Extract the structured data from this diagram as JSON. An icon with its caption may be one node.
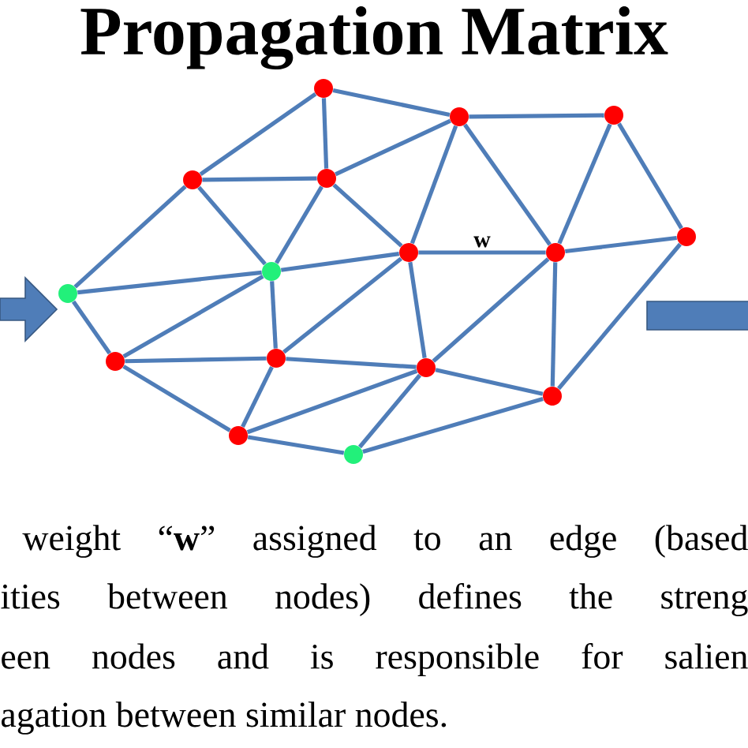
{
  "diagram": {
    "title": "Propagation Matrix",
    "nodes": [
      {
        "text": [],
        "shape": "circle"
      },
      {
        "text": [],
        "shape": "circle"
      },
      {
        "text": [],
        "shape": "circle"
      },
      {
        "text": [],
        "shape": "circle"
      },
      {
        "text": [],
        "shape": "circle"
      },
      {
        "text": [],
        "shape": "circle"
      },
      {
        "text": [],
        "shape": "circle"
      },
      {
        "text": [],
        "shape": "circle"
      },
      {
        "text": [],
        "shape": "circle"
      },
      {
        "text": [],
        "shape": "circle"
      },
      {
        "text": [],
        "shape": "circle"
      },
      {
        "text": [],
        "shape": "circle"
      },
      {
        "text": [],
        "shape": "circle"
      },
      {
        "text": [],
        "shape": "circle"
      },
      {
        "text": [],
        "shape": "circle"
      },
      {
        "text": [],
        "shape": "circle"
      }
    ],
    "edges": [
      {
        "from": null,
        "to": 8,
        "arrow": "to",
        "style": "thick"
      },
      {
        "from": 0,
        "to": 1,
        "arrow": "none"
      },
      {
        "from": 0,
        "to": 4,
        "arrow": "none"
      },
      {
        "from": 0,
        "to": 3,
        "arrow": "none"
      },
      {
        "from": 1,
        "to": 2,
        "arrow": "none"
      },
      {
        "from": 1,
        "to": 4,
        "arrow": "none"
      },
      {
        "from": 1,
        "to": 5,
        "arrow": "none"
      },
      {
        "from": 1,
        "to": 6,
        "arrow": "none"
      },
      {
        "from": 2,
        "to": 6,
        "arrow": "none"
      },
      {
        "from": 2,
        "to": 7,
        "arrow": "none"
      },
      {
        "from": 3,
        "to": 4,
        "arrow": "none"
      },
      {
        "from": 3,
        "to": 9,
        "arrow": "none"
      },
      {
        "from": 3,
        "to": 8,
        "arrow": "none"
      },
      {
        "from": 4,
        "to": 9,
        "arrow": "none"
      },
      {
        "from": 4,
        "to": 5,
        "arrow": "none"
      },
      {
        "from": 5,
        "to": 9,
        "arrow": "none"
      },
      {
        "from": 5,
        "to": 6,
        "arrow": "none",
        "label": "w"
      },
      {
        "from": 5,
        "to": 12,
        "arrow": "none"
      },
      {
        "from": 5,
        "to": 11,
        "arrow": "none"
      },
      {
        "from": 6,
        "to": 7,
        "arrow": "none"
      },
      {
        "from": 6,
        "to": 12,
        "arrow": "none"
      },
      {
        "from": 6,
        "to": 13,
        "arrow": "none"
      },
      {
        "from": 7,
        "to": 13,
        "arrow": "none"
      },
      {
        "from": 8,
        "to": 9,
        "arrow": "none"
      },
      {
        "from": 8,
        "to": 10,
        "arrow": "none"
      },
      {
        "from": 9,
        "to": 10,
        "arrow": "none"
      },
      {
        "from": 9,
        "to": 11,
        "arrow": "none"
      },
      {
        "from": 10,
        "to": 11,
        "arrow": "none"
      },
      {
        "from": 10,
        "to": 14,
        "arrow": "none"
      },
      {
        "from": 11,
        "to": 12,
        "arrow": "none"
      },
      {
        "from": 11,
        "to": 14,
        "arrow": "none"
      },
      {
        "from": 12,
        "to": 14,
        "arrow": "none"
      },
      {
        "from": 12,
        "to": 15,
        "arrow": "none"
      },
      {
        "from": 12,
        "to": 13,
        "arrow": "none"
      },
      {
        "from": 14,
        "to": 15,
        "arrow": "none"
      },
      {
        "from": 15,
        "to": 13,
        "arrow": "none"
      }
    ],
    "labels": [
      "weight “**w**” assigned to an edge (based",
      "ities between nodes) defines the streng",
      "een nodes and is responsible for salien",
      "agation between similar nodes."
    ]
  }
}
